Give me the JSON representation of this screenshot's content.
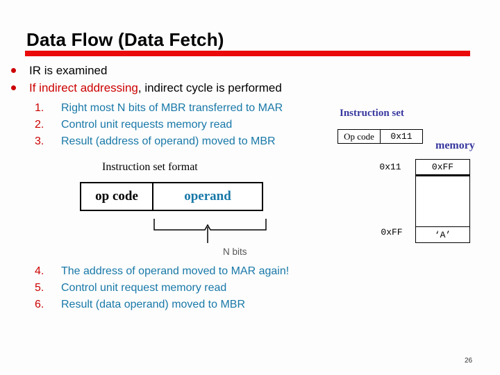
{
  "title": "Data Flow (Data Fetch)",
  "page_number": "26",
  "bullets": {
    "b1": "IR is examined",
    "b2_red": "If indirect addressing",
    "b2_rest": ", indirect cycle is performed"
  },
  "steps1": [
    {
      "num": "1.",
      "text": "Right most N bits of MBR transferred to MAR"
    },
    {
      "num": "2.",
      "text": "Control unit requests memory read"
    },
    {
      "num": "3.",
      "text": "Result (address of operand) moved to MBR"
    }
  ],
  "steps2": [
    {
      "num": "4.",
      "text": "The address of operand moved to MAR again!"
    },
    {
      "num": "5.",
      "text": "Control unit request memory read"
    },
    {
      "num": "6.",
      "text": "Result (data operand) moved to MBR"
    }
  ],
  "instruction_set": {
    "label": "Instruction set",
    "op_label": "Op code",
    "op_value": "0x11"
  },
  "memory_diagram": {
    "label": "memory",
    "top_address": "0x11",
    "top_value": "0xFF",
    "bottom_address": "0xFF",
    "bottom_value": "‘A’"
  },
  "format_diagram": {
    "title": "Instruction set format",
    "op_code": "op code",
    "operand": "operand",
    "n_bits_label": "N bits"
  },
  "colors": {
    "accent_red": "#cc0000",
    "bar_red": "#ea0a0a",
    "teal_text": "#1878a8",
    "indigo_label": "#3838a0"
  }
}
